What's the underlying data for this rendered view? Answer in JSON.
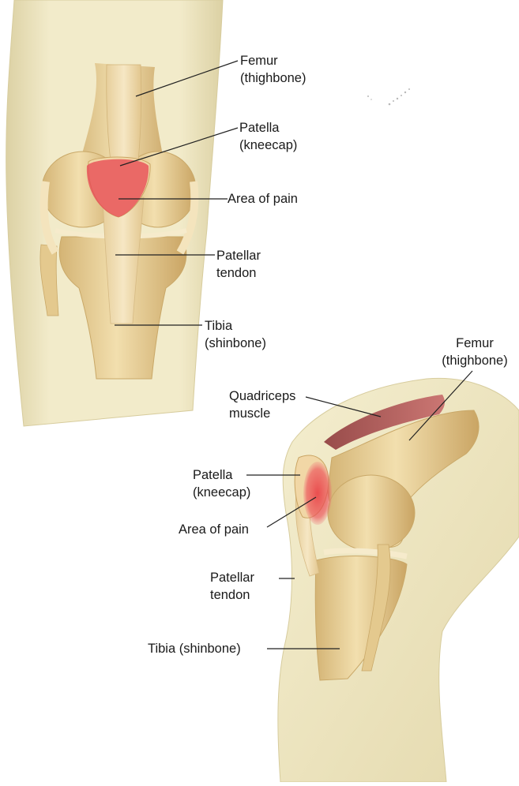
{
  "front_view": {
    "labels": {
      "femur": {
        "line1": "Femur",
        "line2": "(thighbone)"
      },
      "patella": {
        "line1": "Patella",
        "line2": "(kneecap)"
      },
      "pain": {
        "line1": "Area of pain"
      },
      "tendon": {
        "line1": "Patellar",
        "line2": "tendon"
      },
      "tibia": {
        "line1": "Tibia",
        "line2": "(shinbone)"
      }
    }
  },
  "side_view": {
    "labels": {
      "femur": {
        "line1": "Femur",
        "line2": "(thighbone)"
      },
      "quadriceps": {
        "line1": "Quadriceps",
        "line2": "muscle"
      },
      "patella": {
        "line1": "Patella",
        "line2": "(kneecap)"
      },
      "pain": {
        "line1": "Area of pain"
      },
      "tendon": {
        "line1": "Patellar",
        "line2": "tendon"
      },
      "tibia": {
        "line1": "Tibia (shinbone)"
      }
    }
  },
  "colors": {
    "skin": "#efe6bf",
    "bone": "#e8cf95",
    "bone_shadow": "#c9a868",
    "tendon": "#f0dcb0",
    "pain": "#e8353f",
    "muscle": "#a8474a",
    "leader_line": "#222222",
    "text": "#1a1a1a"
  }
}
